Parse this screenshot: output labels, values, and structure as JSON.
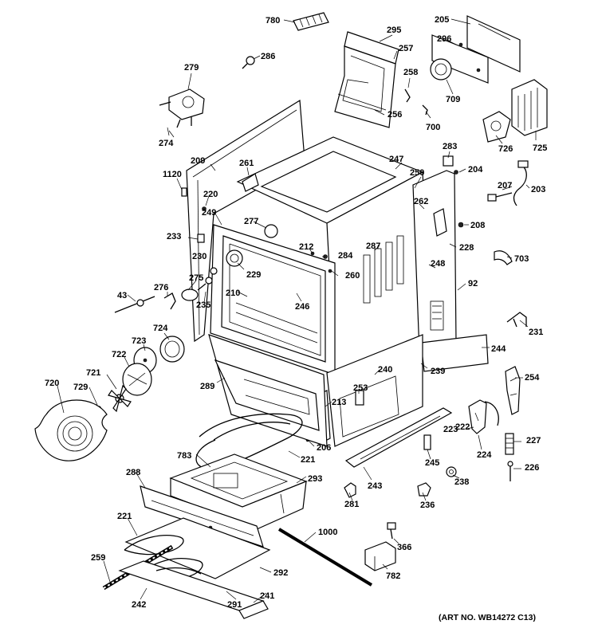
{
  "labels": [
    {
      "id": "p780",
      "text": "780"
    },
    {
      "id": "p295",
      "text": "295"
    },
    {
      "id": "p205",
      "text": "205"
    },
    {
      "id": "p286",
      "text": "286"
    },
    {
      "id": "p257",
      "text": "257"
    },
    {
      "id": "p296",
      "text": "296"
    },
    {
      "id": "p279",
      "text": "279"
    },
    {
      "id": "p258",
      "text": "258"
    },
    {
      "id": "p709",
      "text": "709"
    },
    {
      "id": "p256",
      "text": "256"
    },
    {
      "id": "p700",
      "text": "700"
    },
    {
      "id": "p274",
      "text": "274"
    },
    {
      "id": "p726",
      "text": "726"
    },
    {
      "id": "p725",
      "text": "725"
    },
    {
      "id": "p283",
      "text": "283"
    },
    {
      "id": "p209",
      "text": "209"
    },
    {
      "id": "p261",
      "text": "261"
    },
    {
      "id": "p247",
      "text": "247"
    },
    {
      "id": "p204",
      "text": "204"
    },
    {
      "id": "p1120",
      "text": "1120"
    },
    {
      "id": "p250",
      "text": "250"
    },
    {
      "id": "p207",
      "text": "207"
    },
    {
      "id": "p203",
      "text": "203"
    },
    {
      "id": "p220",
      "text": "220"
    },
    {
      "id": "p262",
      "text": "262"
    },
    {
      "id": "p249",
      "text": "249"
    },
    {
      "id": "p277",
      "text": "277"
    },
    {
      "id": "p208",
      "text": "208"
    },
    {
      "id": "p233",
      "text": "233"
    },
    {
      "id": "p212",
      "text": "212"
    },
    {
      "id": "p287",
      "text": "287"
    },
    {
      "id": "p228",
      "text": "228"
    },
    {
      "id": "p284",
      "text": "284"
    },
    {
      "id": "p230",
      "text": "230"
    },
    {
      "id": "p703",
      "text": "703"
    },
    {
      "id": "p229",
      "text": "229"
    },
    {
      "id": "p260",
      "text": "260"
    },
    {
      "id": "p248",
      "text": "248"
    },
    {
      "id": "p275",
      "text": "275"
    },
    {
      "id": "p276",
      "text": "276"
    },
    {
      "id": "p43",
      "text": "43"
    },
    {
      "id": "p210",
      "text": "210"
    },
    {
      "id": "p92",
      "text": "92"
    },
    {
      "id": "p235",
      "text": "235"
    },
    {
      "id": "p246",
      "text": "246"
    },
    {
      "id": "p231",
      "text": "231"
    },
    {
      "id": "p724",
      "text": "724"
    },
    {
      "id": "p723",
      "text": "723"
    },
    {
      "id": "p244",
      "text": "244"
    },
    {
      "id": "p722",
      "text": "722"
    },
    {
      "id": "p240",
      "text": "240"
    },
    {
      "id": "p239",
      "text": "239"
    },
    {
      "id": "p254",
      "text": "254"
    },
    {
      "id": "p721",
      "text": "721"
    },
    {
      "id": "p289",
      "text": "289"
    },
    {
      "id": "p720",
      "text": "720"
    },
    {
      "id": "p729",
      "text": "729"
    },
    {
      "id": "p253",
      "text": "253"
    },
    {
      "id": "p213",
      "text": "213"
    },
    {
      "id": "p223",
      "text": "223"
    },
    {
      "id": "p222",
      "text": "222"
    },
    {
      "id": "p224",
      "text": "224"
    },
    {
      "id": "p227",
      "text": "227"
    },
    {
      "id": "p206",
      "text": "206"
    },
    {
      "id": "p783",
      "text": "783"
    },
    {
      "id": "p221a",
      "text": "221"
    },
    {
      "id": "p245",
      "text": "245"
    },
    {
      "id": "p226",
      "text": "226"
    },
    {
      "id": "p288",
      "text": "288"
    },
    {
      "id": "p293",
      "text": "293"
    },
    {
      "id": "p243",
      "text": "243"
    },
    {
      "id": "p238",
      "text": "238"
    },
    {
      "id": "p281",
      "text": "281"
    },
    {
      "id": "p236",
      "text": "236"
    },
    {
      "id": "p221b",
      "text": "221"
    },
    {
      "id": "p1000",
      "text": "1000"
    },
    {
      "id": "p366",
      "text": "366"
    },
    {
      "id": "p259",
      "text": "259"
    },
    {
      "id": "p292",
      "text": "292"
    },
    {
      "id": "p782",
      "text": "782"
    },
    {
      "id": "p291",
      "text": "291"
    },
    {
      "id": "p241",
      "text": "241"
    },
    {
      "id": "p242",
      "text": "242"
    }
  ],
  "art_number": "(ART NO. WB14272 C13)"
}
